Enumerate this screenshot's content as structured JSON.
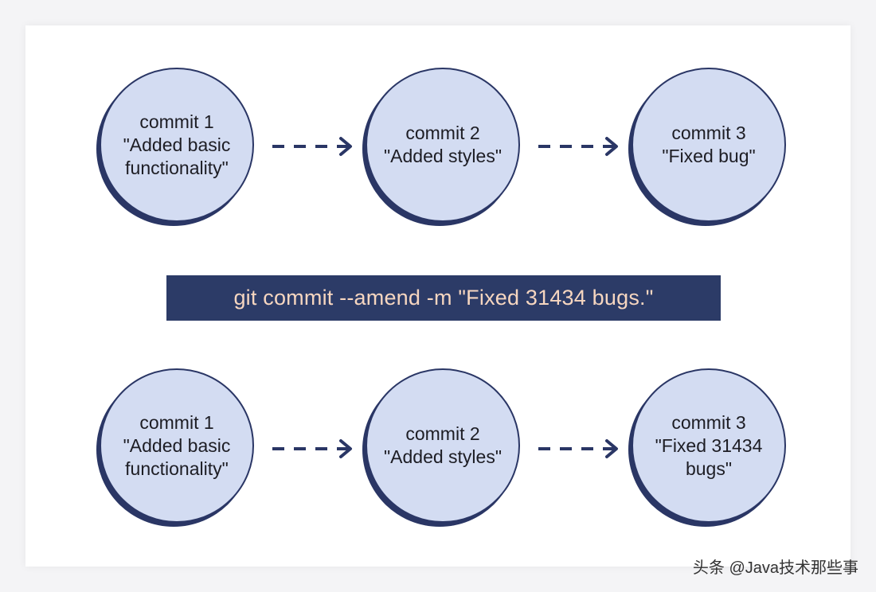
{
  "diagram": {
    "top_row": [
      {
        "label": "commit 1\n\"Added basic\nfunctionality\""
      },
      {
        "label": "commit 2\n\"Added styles\""
      },
      {
        "label": "commit 3\n\"Fixed bug\""
      }
    ],
    "command": "git commit --amend -m \"Fixed 31434 bugs.\"",
    "bottom_row": [
      {
        "label": "commit 1\n\"Added basic\nfunctionality\""
      },
      {
        "label": "commit 2\n\"Added styles\""
      },
      {
        "label": "commit 3\n\"Fixed 31434\nbugs\""
      }
    ],
    "colors": {
      "node_fill": "#d3dcf2",
      "node_border": "#2a3665",
      "arrow": "#2a3665",
      "command_bg": "#2c3b67",
      "command_text": "#f6d6c0"
    }
  },
  "watermark": "头条 @Java技术那些事"
}
